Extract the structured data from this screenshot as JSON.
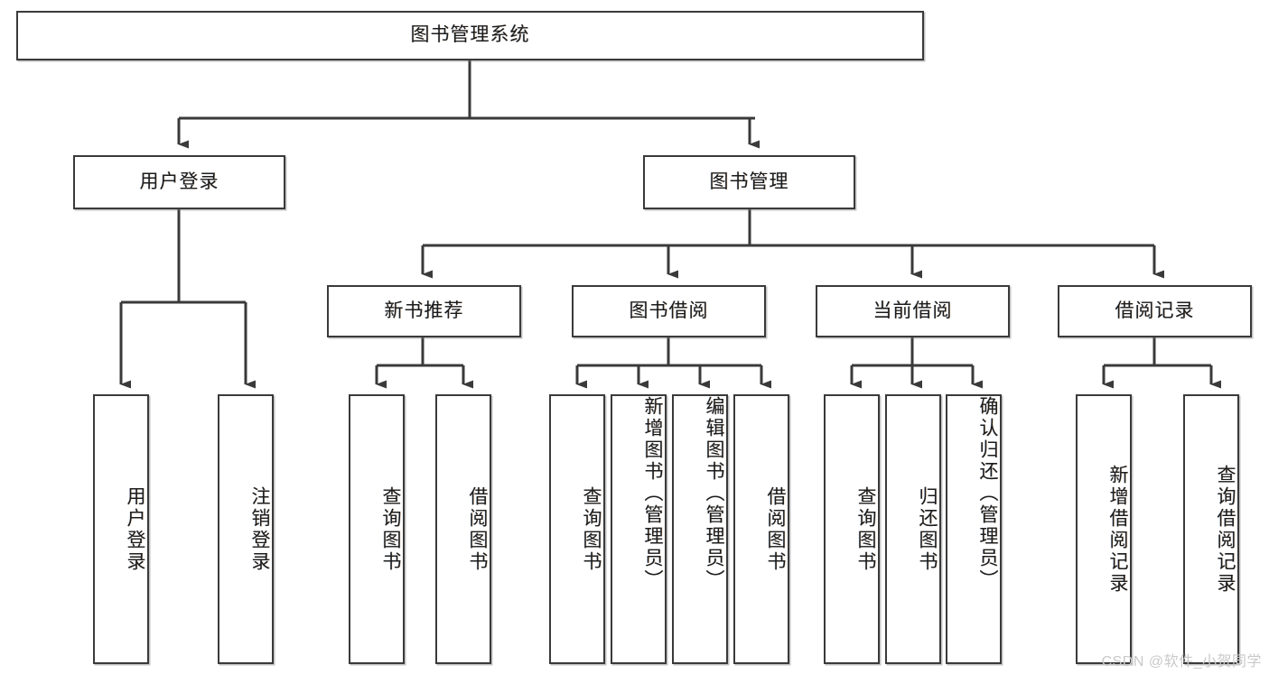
{
  "diagram": {
    "title": "图书管理系统",
    "watermark": "CSDN @软件_小贺同学",
    "colors": {
      "stroke": "#3a3a3a",
      "box_fill": "#ffffff",
      "text": "#1c1c1c",
      "watermark": "#c9c9c9",
      "background": "#ffffff"
    },
    "root": {
      "label": "图书管理系统"
    },
    "level2": [
      {
        "label": "用户登录"
      },
      {
        "label": "图书管理"
      }
    ],
    "level3": [
      {
        "label": "新书推荐"
      },
      {
        "label": "图书借阅"
      },
      {
        "label": "当前借阅"
      },
      {
        "label": "借阅记录"
      }
    ],
    "leaves": {
      "user_login": [
        {
          "label": "用户登录"
        },
        {
          "label": "注销登录"
        }
      ],
      "new_book": [
        {
          "label": "查询图书"
        },
        {
          "label": "借阅图书"
        }
      ],
      "borrow_book": [
        {
          "label": "查询图书"
        },
        {
          "label": "新增图书（管理员）"
        },
        {
          "label": "编辑图书（管理员）"
        },
        {
          "label": "借阅图书"
        }
      ],
      "current_borrow": [
        {
          "label": "查询图书"
        },
        {
          "label": "归还图书"
        },
        {
          "label": "确认归还（管理员）"
        }
      ],
      "borrow_record": [
        {
          "label": "新增借阅记录"
        },
        {
          "label": "查询借阅记录"
        }
      ]
    }
  }
}
